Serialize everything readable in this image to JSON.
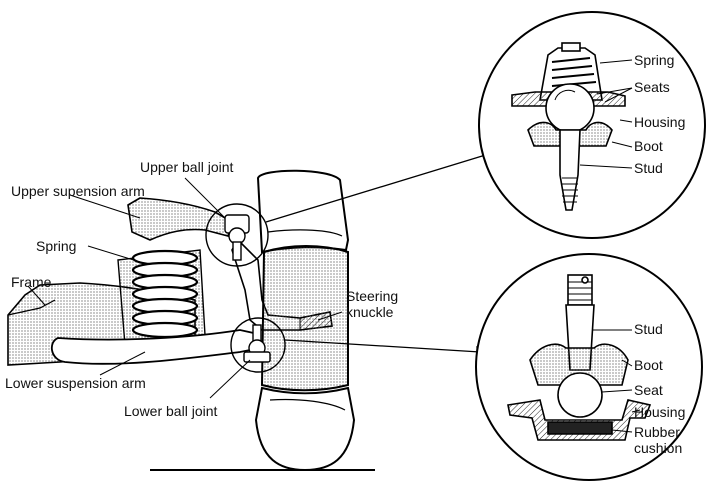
{
  "labels": {
    "upper_ball_joint": "Upper ball joint",
    "upper_suspension_arm": "Upper supension arm",
    "spring": "Spring",
    "frame": "Frame",
    "lower_suspension_arm": "Lower suspension arm",
    "lower_ball_joint": "Lower ball joint",
    "steering_knuckle_line1": "Steering",
    "steering_knuckle_line2": "knuckle"
  },
  "upper_detail": {
    "spring": "Spring",
    "seats": "Seats",
    "housing": "Housing",
    "boot": "Boot",
    "stud": "Stud"
  },
  "lower_detail": {
    "stud": "Stud",
    "boot": "Boot",
    "seat": "Seat",
    "housing": "Housing",
    "rubber_cushion_line1": "Rubber",
    "rubber_cushion_line2": "cushion"
  }
}
